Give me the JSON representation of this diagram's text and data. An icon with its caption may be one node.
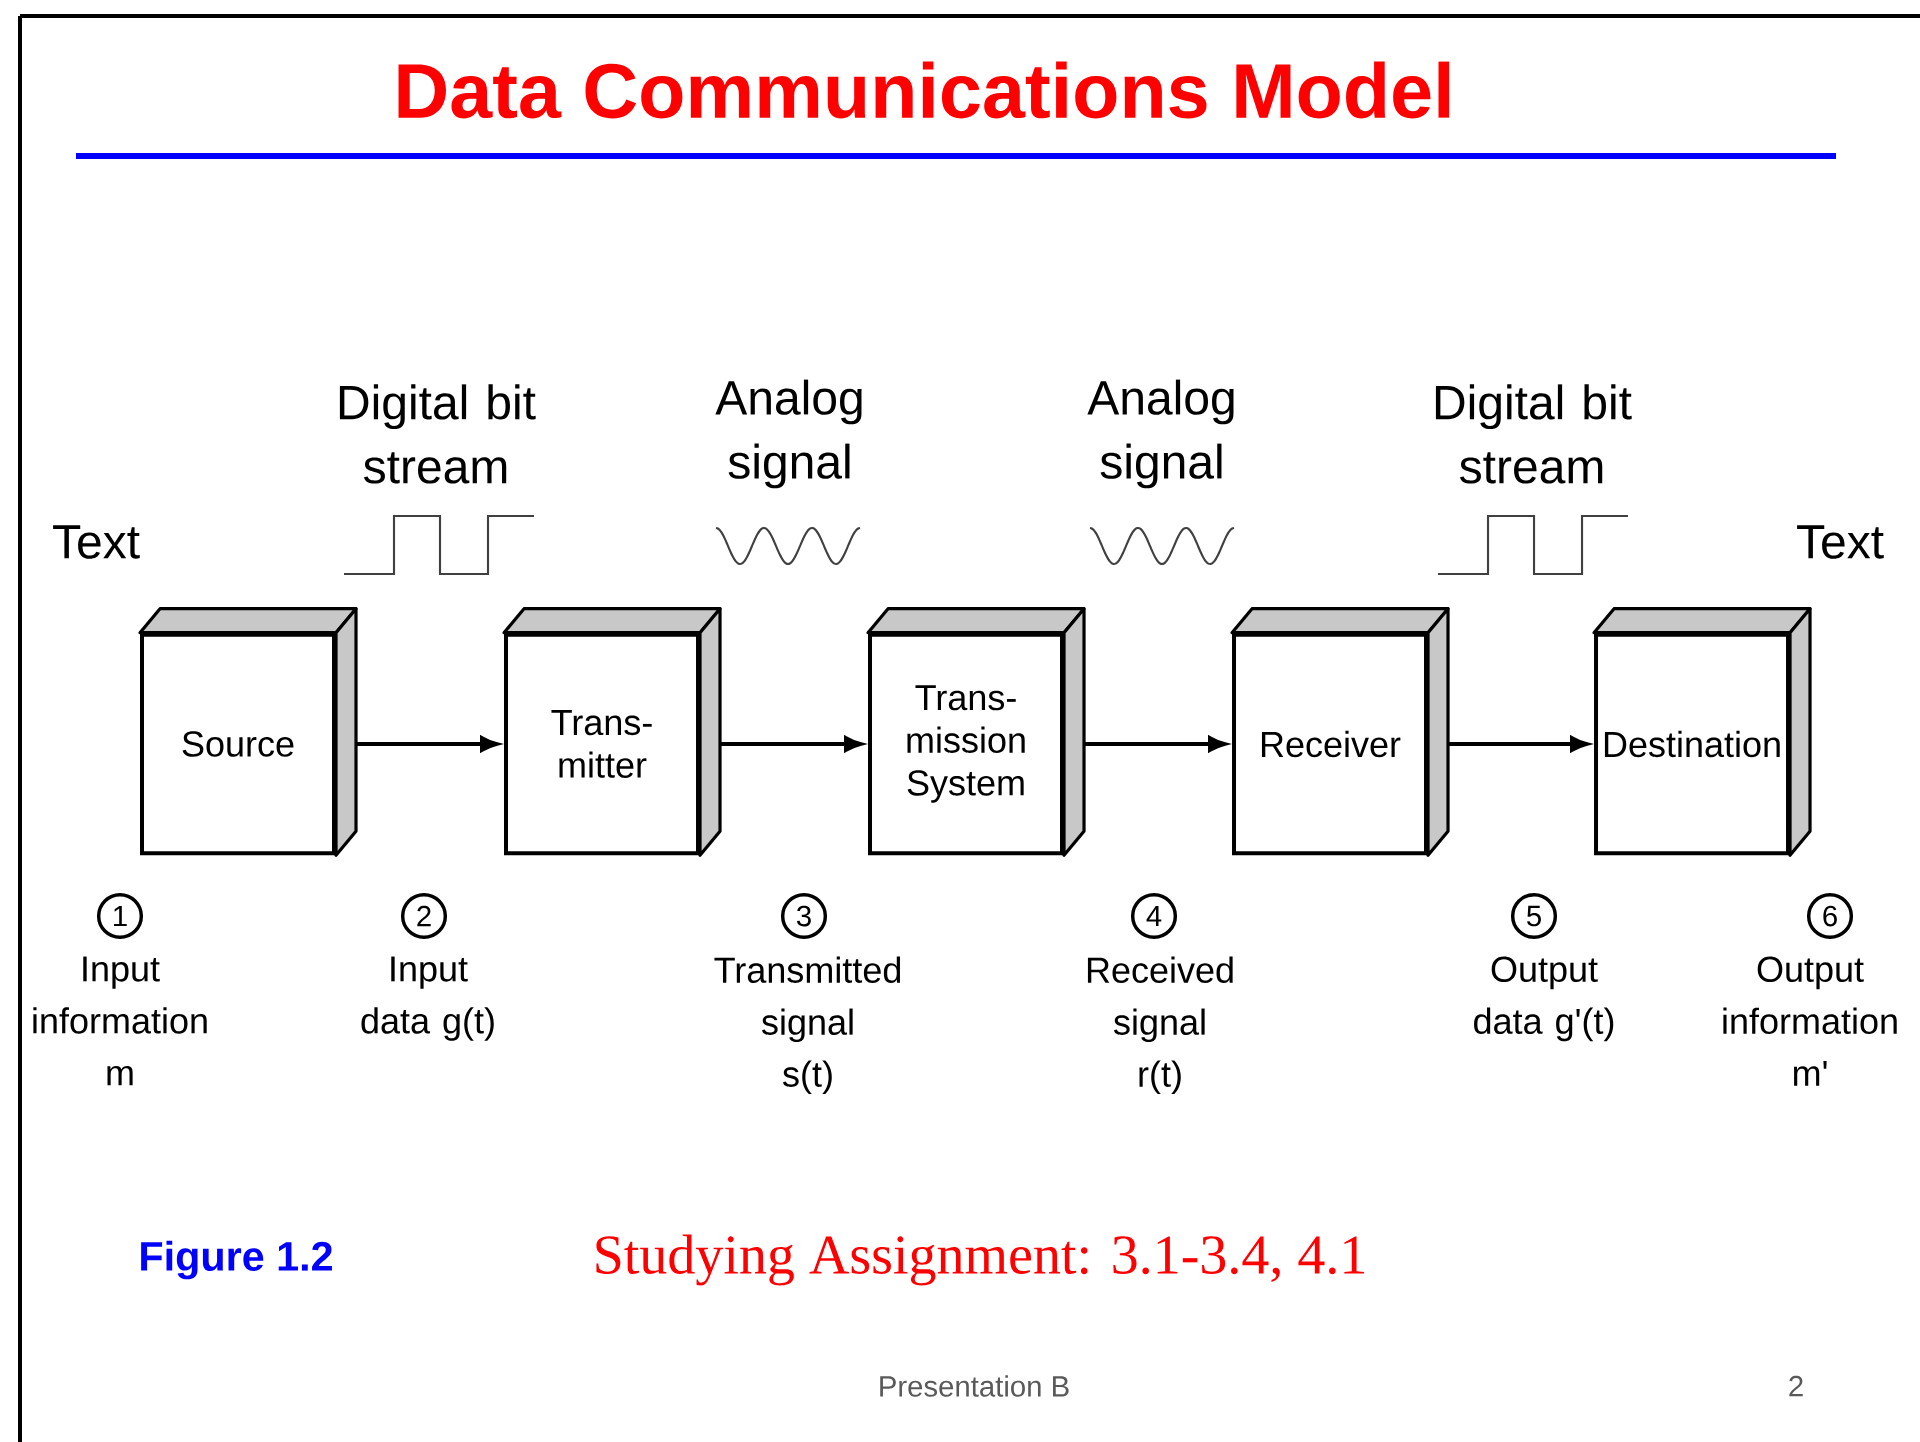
{
  "diagram": {
    "title": "Data Communications Model",
    "nodes": [
      {
        "text": [
          "Source"
        ]
      },
      {
        "text": [
          "Trans- mitter"
        ]
      },
      {
        "text": [
          "Trans- mission System"
        ]
      },
      {
        "text": [
          "Receiver"
        ]
      },
      {
        "text": [
          "Destination"
        ]
      }
    ],
    "edges": [
      {
        "from": 0,
        "to": 1,
        "arrow": "to"
      },
      {
        "from": 1,
        "to": 2,
        "arrow": "to"
      },
      {
        "from": 2,
        "to": 3,
        "arrow": "to"
      },
      {
        "from": 3,
        "to": 4,
        "arrow": "to"
      }
    ],
    "labels": [
      "Digital bit stream",
      "Analog signal",
      "Analog signal",
      "Digital bit stream",
      "Text",
      "Text",
      "1",
      "Input information m",
      "2",
      "Input data g(t)",
      "3",
      "Transmitted signal s(t)",
      "4",
      "Received signal r(t)",
      "5",
      "Output data g'(t)",
      "6",
      "Output information m'",
      "Figure 1.2",
      "Studying Assignment: 3.1-3.4, 4.1",
      "Presentation B",
      "2"
    ]
  }
}
